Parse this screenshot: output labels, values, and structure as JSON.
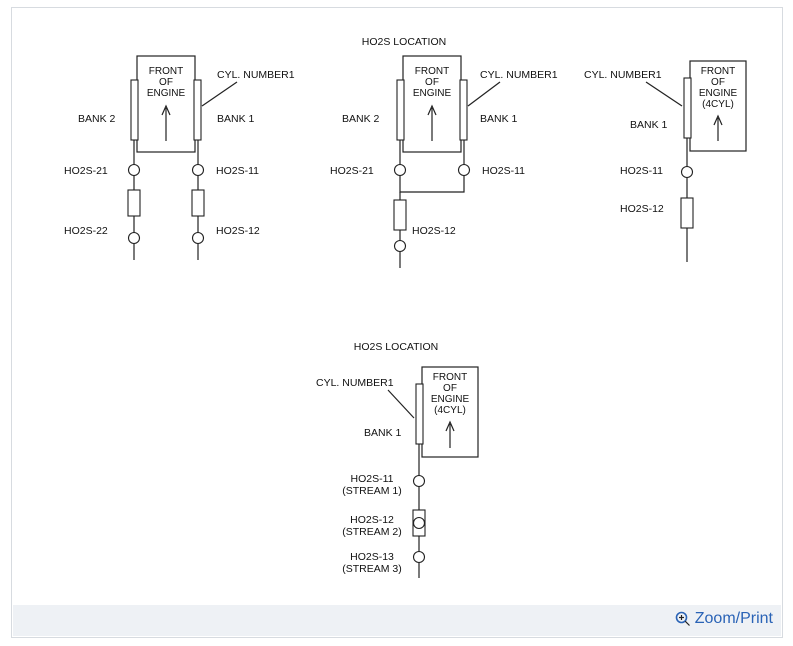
{
  "figure": {
    "top_title": "HO2S LOCATION",
    "bottom_title": "HO2S LOCATION",
    "d1": {
      "front": [
        "FRONT",
        "OF",
        "ENGINE"
      ],
      "cyl_number": "CYL. NUMBER1",
      "bank2": "BANK 2",
      "bank1": "BANK 1",
      "s21": "HO2S-21",
      "s11": "HO2S-11",
      "s22": "HO2S-22",
      "s12": "HO2S-12"
    },
    "d2": {
      "front": [
        "FRONT",
        "OF",
        "ENGINE"
      ],
      "cyl_number": "CYL. NUMBER1",
      "bank2": "BANK 2",
      "bank1": "BANK 1",
      "s21": "HO2S-21",
      "s11": "HO2S-11",
      "s12": "HO2S-12"
    },
    "d3": {
      "front": [
        "FRONT",
        "OF",
        "ENGINE",
        "(4CYL)"
      ],
      "cyl_number": "CYL. NUMBER1",
      "bank1": "BANK 1",
      "s11": "HO2S-11",
      "s12": "HO2S-12"
    },
    "d4": {
      "front": [
        "FRONT",
        "OF",
        "ENGINE",
        "(4CYL)"
      ],
      "cyl_number": "CYL. NUMBER1",
      "bank1": "BANK 1",
      "s11": "HO2S-11",
      "s11_stream": "(STREAM 1)",
      "s12": "HO2S-12",
      "s12_stream": "(STREAM 2)",
      "s13": "HO2S-13",
      "s13_stream": "(STREAM 3)"
    }
  },
  "footer": {
    "zoom_label": "Zoom/Print",
    "zoom_icon": "magnifier-plus-icon",
    "link_color": "#2a63b6"
  }
}
